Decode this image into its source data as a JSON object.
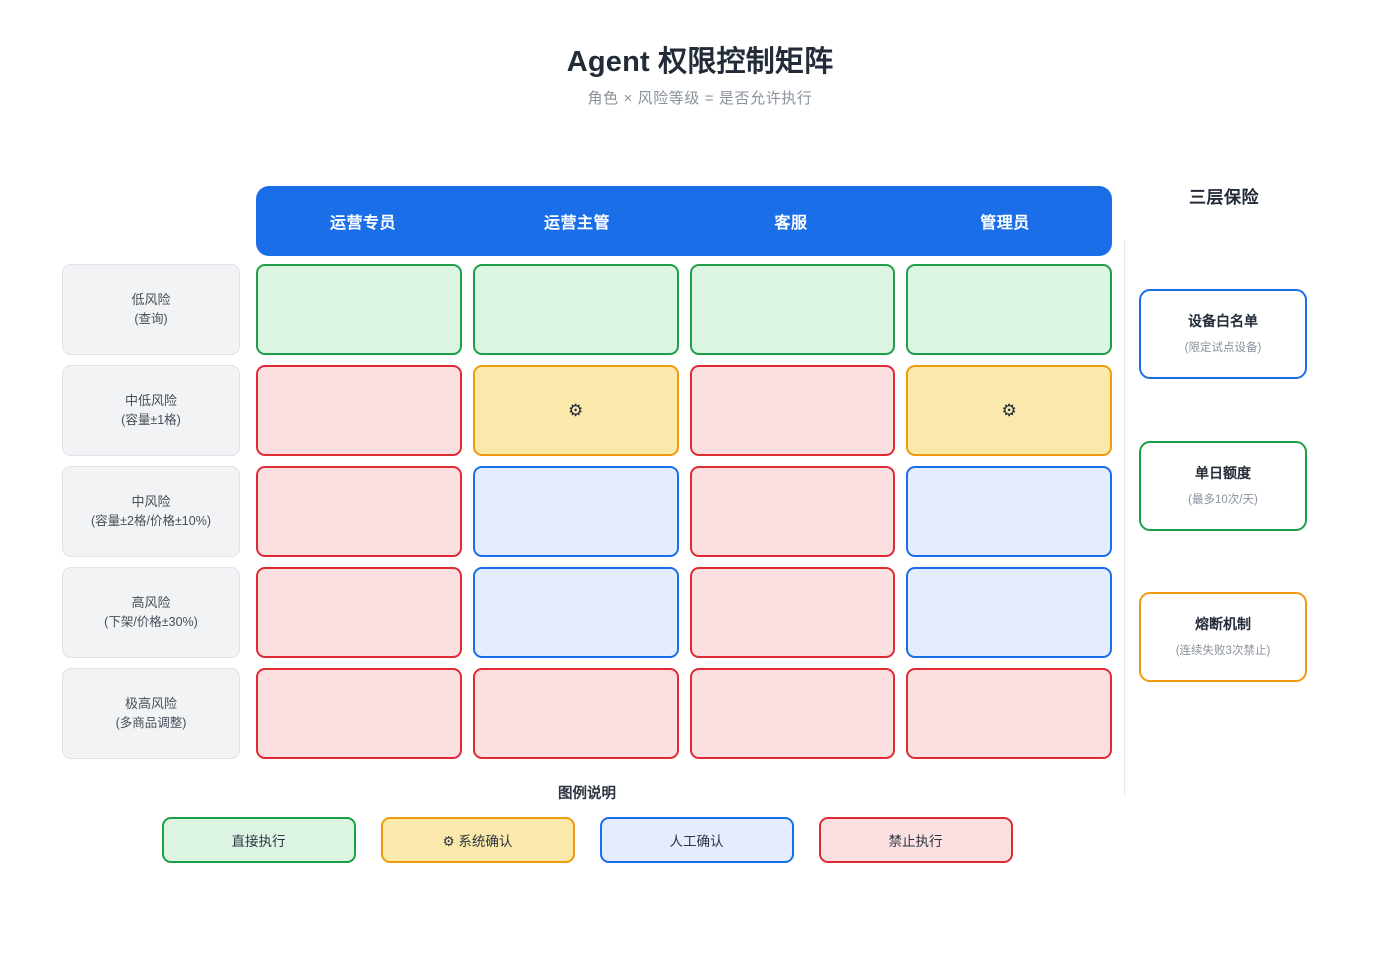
{
  "header": {
    "title": "Agent 权限控制矩阵",
    "subtitle": "角色 × 风险等级 = 是否允许执行"
  },
  "matrix": {
    "columns": [
      "运营专员",
      "运营主管",
      "客服",
      "管理员"
    ],
    "rows": [
      {
        "label": "低风险",
        "sublabel": "(查询)",
        "cells": [
          {
            "state": "allow",
            "icon": ""
          },
          {
            "state": "allow",
            "icon": ""
          },
          {
            "state": "allow",
            "icon": ""
          },
          {
            "state": "allow",
            "icon": ""
          }
        ]
      },
      {
        "label": "中低风险",
        "sublabel": "(容量±1格)",
        "cells": [
          {
            "state": "deny",
            "icon": ""
          },
          {
            "state": "auto",
            "icon": "⚙"
          },
          {
            "state": "deny",
            "icon": ""
          },
          {
            "state": "auto",
            "icon": "⚙"
          }
        ]
      },
      {
        "label": "中风险",
        "sublabel": "(容量±2格/价格±10%)",
        "cells": [
          {
            "state": "deny",
            "icon": ""
          },
          {
            "state": "manual",
            "icon": ""
          },
          {
            "state": "deny",
            "icon": ""
          },
          {
            "state": "manual",
            "icon": ""
          }
        ]
      },
      {
        "label": "高风险",
        "sublabel": "(下架/价格±30%)",
        "cells": [
          {
            "state": "deny",
            "icon": ""
          },
          {
            "state": "manual",
            "icon": ""
          },
          {
            "state": "deny",
            "icon": ""
          },
          {
            "state": "manual",
            "icon": ""
          }
        ]
      },
      {
        "label": "极高风险",
        "sublabel": "(多商品调整)",
        "cells": [
          {
            "state": "deny",
            "icon": ""
          },
          {
            "state": "deny",
            "icon": ""
          },
          {
            "state": "deny",
            "icon": ""
          },
          {
            "state": "deny",
            "icon": ""
          }
        ]
      }
    ]
  },
  "legend": {
    "title": "图例说明",
    "items": [
      {
        "label": "直接执行",
        "state": "allow"
      },
      {
        "label": "⚙ 系统确认",
        "state": "auto"
      },
      {
        "label": "人工确认",
        "state": "manual"
      },
      {
        "label": "禁止执行",
        "state": "deny"
      }
    ]
  },
  "safety": {
    "title": "三层保险",
    "cards": [
      {
        "title": "设备白名单",
        "sub": "(限定试点设备)",
        "color": "#1a6fe8"
      },
      {
        "title": "单日额度",
        "sub": "(最多10次/天)",
        "color": "#1e9e49"
      },
      {
        "title": "熔断机制",
        "sub": "(连续失败3次禁止)",
        "color": "#ef9b0f"
      }
    ]
  },
  "colors": {
    "header_blue": "#1a6fe8",
    "allow_green": "#1e9e49",
    "auto_yellow": "#ef9b0f",
    "manual_blue": "#1a6fe8",
    "deny_red": "#e02b35"
  }
}
